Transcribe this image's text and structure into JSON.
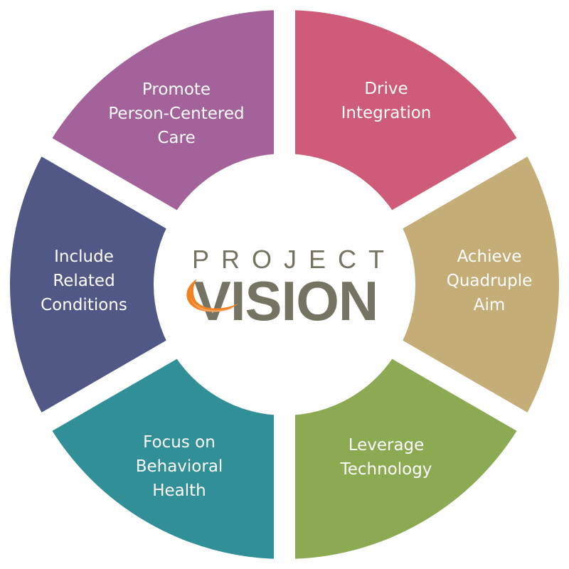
{
  "colors": {
    "tr": "#CE5B78",
    "r": "#C4AD77",
    "br": "#8BAA52",
    "bl": "#318F98",
    "l": "#525886",
    "tl": "#A4629A",
    "logo_gray": "#757362",
    "logo_orange": "#F08122"
  },
  "logo": {
    "top": "PROJECT",
    "main": "VISION"
  },
  "segments": [
    {
      "key": "tr",
      "lines": [
        "Drive",
        "Integration"
      ]
    },
    {
      "key": "r",
      "lines": [
        "Achieve",
        "Quadruple",
        "Aim"
      ]
    },
    {
      "key": "br",
      "lines": [
        "Leverage",
        "Technology"
      ]
    },
    {
      "key": "bl",
      "lines": [
        "Focus on",
        "Behavioral",
        "Health"
      ]
    },
    {
      "key": "l",
      "lines": [
        "Include",
        "Related",
        "Conditions"
      ]
    },
    {
      "key": "tl",
      "lines": [
        "Promote",
        "Person-Centered",
        "Care"
      ]
    }
  ]
}
